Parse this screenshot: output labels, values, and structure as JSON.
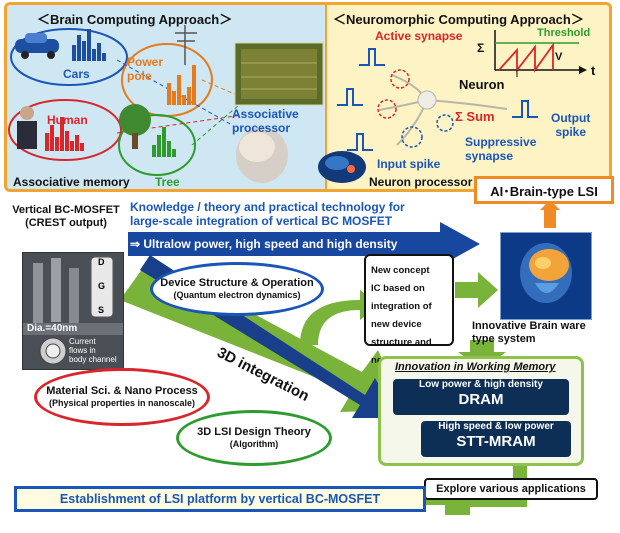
{
  "brain_panel": {
    "title": "＜Brain Computing Approach＞",
    "labels": {
      "cars": "Cars",
      "power_pole": "Power\npole",
      "human": "Human",
      "tree": "Tree",
      "associative_memory": "Associative memory",
      "associative_processor": "Associative\nprocessor"
    }
  },
  "neuro_panel": {
    "title": "＜Neuromorphic Computing Approach＞",
    "labels": {
      "active_synapse": "Active synapse",
      "threshold": "Threshold",
      "sigma": "Σ",
      "v": "V",
      "t": "t",
      "neuron": "Neuron",
      "sigma_sum": "Σ Sum",
      "output_spike": "Output\nspike",
      "suppressive_synapse": "Suppressive\nsynapse",
      "input_spike": "Input spike",
      "neuron_processor": "Neuron processor"
    }
  },
  "ai_lsi": "AI･Brain-type LSI",
  "vertical_mosfet": "Vertical BC-MOSFET\n(CREST output)",
  "knowledge_text": "Knowledge / theory and practical technology for\nlarge-scale integration of vertical BC MOSFET",
  "ultralow_text": "⇒ Ultralow power, high speed and high density",
  "mosfet_image": {
    "label_d": "D",
    "label_g": "G",
    "label_s": "S",
    "dia": "Dia.=40nm",
    "current": "Current\nflows in\nbody channel"
  },
  "device_structure": {
    "title": "Device Structure & Operation",
    "sub": "(Quantum electron dynamics)"
  },
  "new_concept": "New concept\nIC based on\nintegration of\nnew device\nstructure and\nnew function",
  "innovative_brain": "Innovative Brain ware\ntype system",
  "integration_3d": "3D integration",
  "material_sci": {
    "title": "Material Sci. & Nano Process",
    "sub": "(Physical properties in nanoscale)"
  },
  "design_theory": {
    "title": "3D LSI Design Theory",
    "sub": "(Algorithm)"
  },
  "working_memory": {
    "title": "Innovation in Working Memory",
    "dram_sub": "Low power & high density",
    "dram": "DRAM",
    "stt_sub": "High speed & low power",
    "stt": "STT-MRAM"
  },
  "establishment": "Establishment of LSI platform by vertical BC-MOSFET",
  "explore": "Explore various applications",
  "colors": {
    "panel_border": "#f2a430",
    "brain_bg": "#cfe7f3",
    "neuro_bg": "#fdf3c4",
    "navy": "#0d2f56",
    "arrow_blue": "#17479e",
    "arrow_green": "#7ab33a",
    "arrow_orange": "#f08a24"
  }
}
